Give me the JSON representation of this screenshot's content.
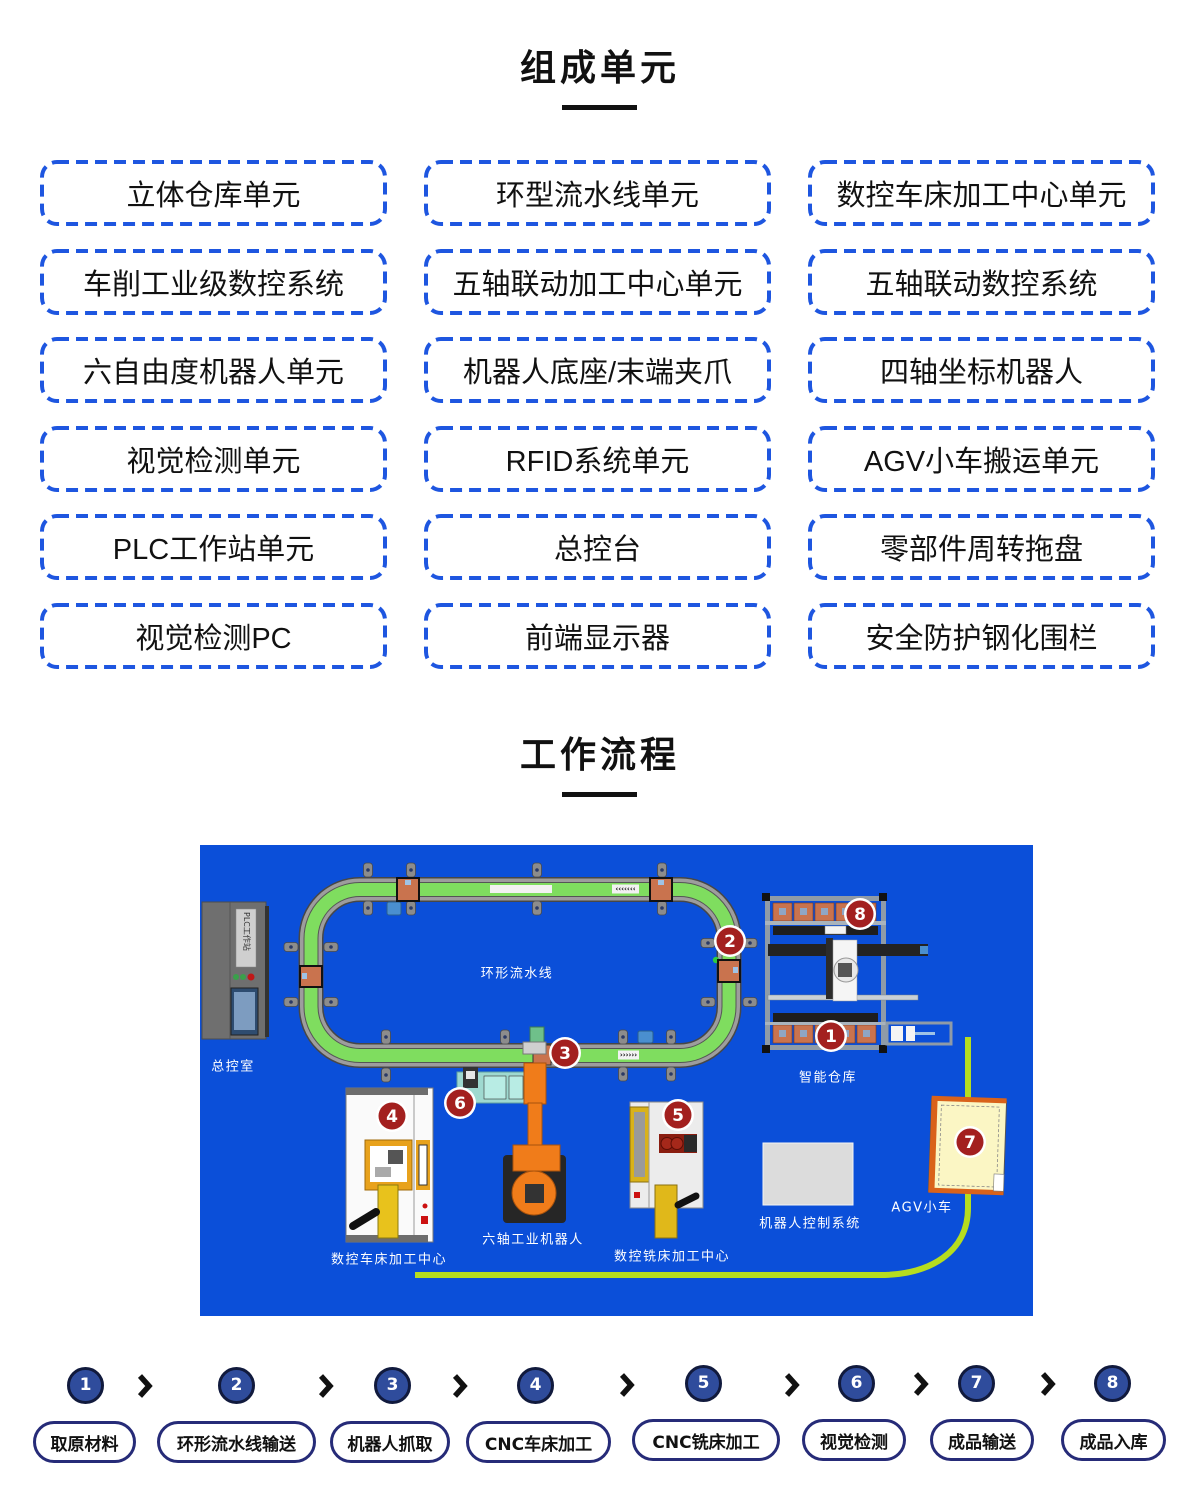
{
  "sections": {
    "components_title": "组成单元",
    "workflow_title": "工作流程"
  },
  "components": {
    "items": [
      "立体仓库单元",
      "环型流水线单元",
      "数控车床加工中心单元",
      "车削工业级数控系统",
      "五轴联动加工中心单元",
      "五轴联动数控系统",
      "六自由度机器人单元",
      "机器人底座/末端夹爪",
      "四轴坐标机器人",
      "视觉检测单元",
      "RFID系统单元",
      "AGV小车搬运单元",
      "PLC工作站单元",
      "总控台",
      "零部件周转拖盘",
      "视觉检测PC",
      "前端显示器",
      "安全防护钢化围栏"
    ]
  },
  "diagram": {
    "labels": {
      "conveyor": "环形流水线",
      "control_room": "总控室",
      "plc_cabinet": "PLC工作站",
      "warehouse": "智能仓库",
      "lathe": "数控车床加工中心",
      "robot": "六轴工业机器人",
      "mill": "数控铣床加工中心",
      "robot_controller": "机器人控制系统",
      "agv": "AGV小车"
    },
    "markers": {
      "top_direction": "‹‹‹‹‹‹‹",
      "bottom_direction": "››››››"
    },
    "badges": [
      "1",
      "2",
      "3",
      "4",
      "5",
      "6",
      "7",
      "8"
    ]
  },
  "workflow": {
    "steps": [
      {
        "number": "1",
        "label": "取原材料"
      },
      {
        "number": "2",
        "label": "环形流水线输送"
      },
      {
        "number": "3",
        "label": "机器人抓取"
      },
      {
        "number": "4",
        "label": "CNC车床加工"
      },
      {
        "number": "5",
        "label": "CNC铣床加工"
      },
      {
        "number": "6",
        "label": "视觉检测"
      },
      {
        "number": "7",
        "label": "成品输送"
      },
      {
        "number": "8",
        "label": "成品入库"
      }
    ]
  },
  "colors": {
    "dashed_border": "#1e56e0",
    "diagram_background": "#0b4fd9",
    "conveyor_green": "#7fdd5f",
    "agv_path": "#b6dd1f",
    "badge_red": "#a3201f",
    "step_circle": "#2f4c9c",
    "pill_border": "#262b78"
  }
}
